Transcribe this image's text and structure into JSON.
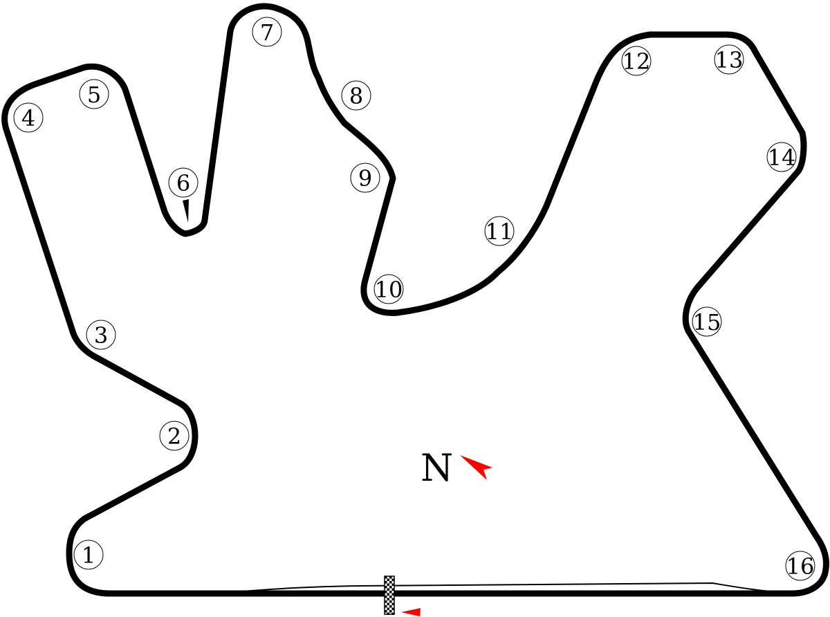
{
  "corners": [
    "1",
    "2",
    "3",
    "4",
    "5",
    "6",
    "7",
    "8",
    "9",
    "10",
    "11",
    "12",
    "13",
    "14",
    "15",
    "16"
  ],
  "compass": {
    "label": "N",
    "arrow_color": "#ff0000"
  },
  "colors": {
    "track": "#000000",
    "background": "#ffffff",
    "direction_arrow": "#ff0000"
  }
}
